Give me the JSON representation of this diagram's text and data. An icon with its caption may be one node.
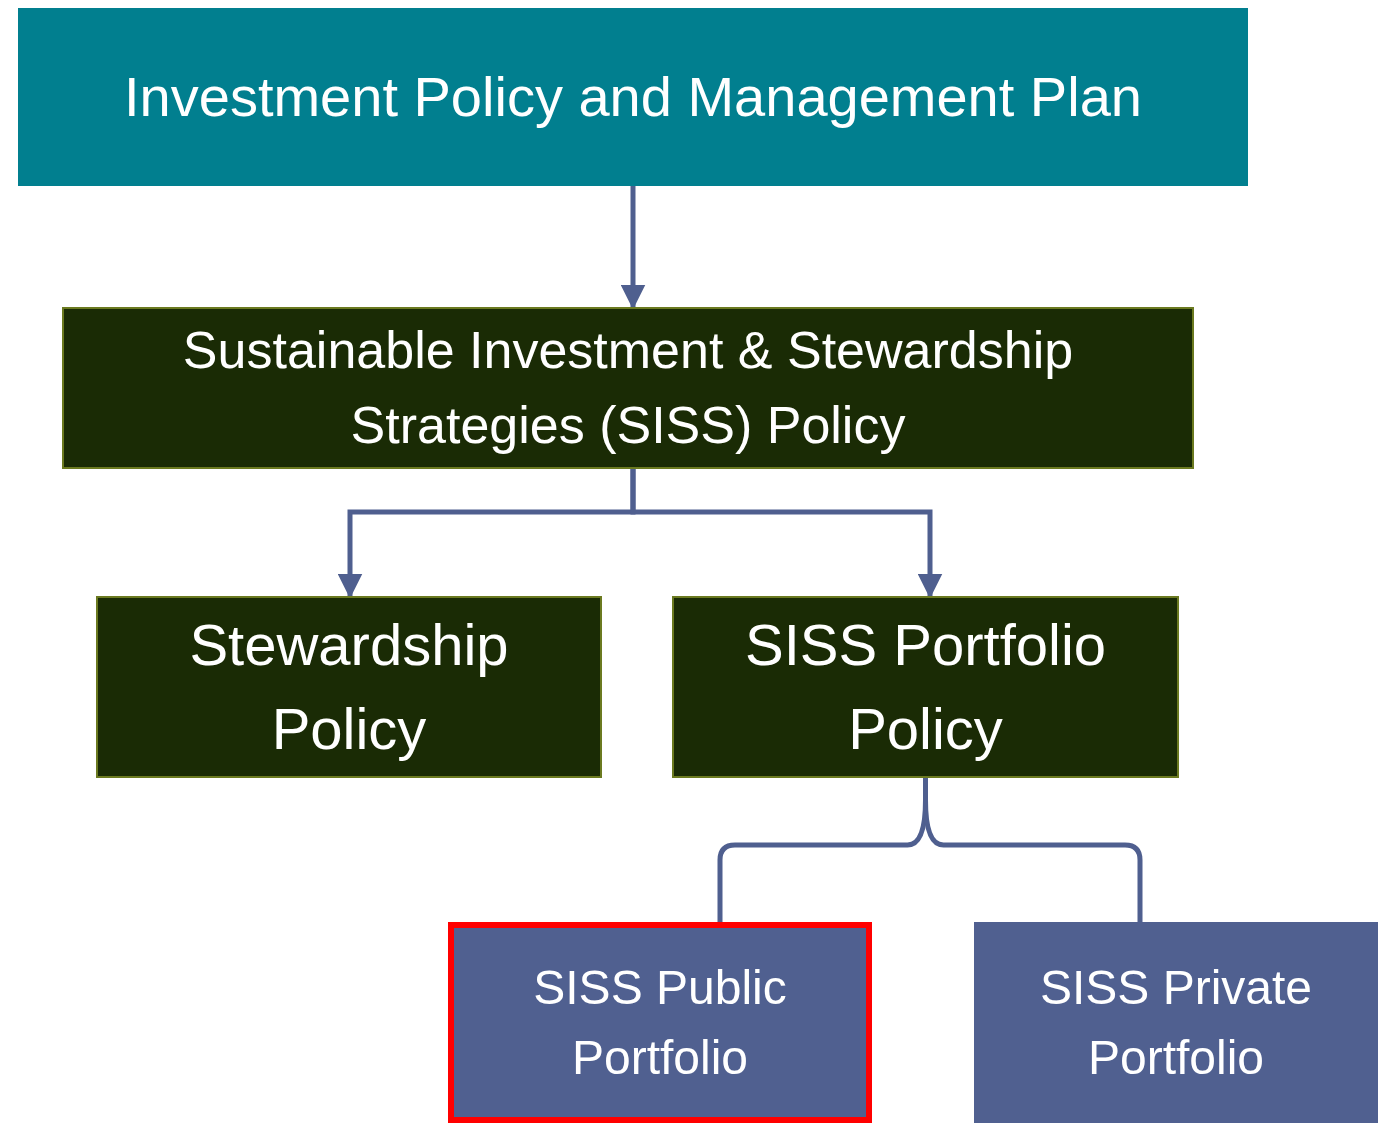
{
  "diagram": {
    "nodes": [
      {
        "text": [
          "Investment Policy and Management Plan"
        ]
      },
      {
        "text": [
          "Sustainable Investment & Stewardship Strategies (SISS) Policy"
        ]
      },
      {
        "text": [
          "Stewardship Policy"
        ]
      },
      {
        "text": [
          "SISS Portfolio Policy"
        ]
      },
      {
        "text": [
          "SISS Public Portfolio"
        ]
      },
      {
        "text": [
          "SISS Private Portfolio"
        ]
      }
    ],
    "edges": [
      {
        "from": 0,
        "to": 1,
        "arrow": "to"
      },
      {
        "from": 1,
        "to": 2,
        "arrow": "to"
      },
      {
        "from": 1,
        "to": 3,
        "arrow": "to"
      },
      {
        "from": 3,
        "to": 4,
        "arrow": "none"
      },
      {
        "from": 3,
        "to": 5,
        "arrow": "none"
      }
    ]
  }
}
